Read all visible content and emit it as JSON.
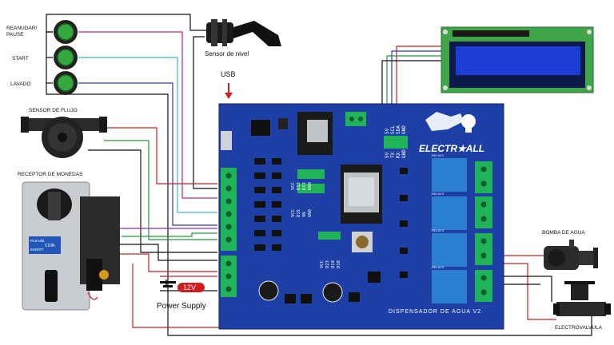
{
  "buttons": {
    "reanudar": "REANUDAR/\nPAUSE",
    "start": "START",
    "lavado": "LAVADO"
  },
  "labels": {
    "sensor_nivel": "Sensor de nivel",
    "usb": "USB",
    "sensor_flujo": "SENSOR DE FLUJO",
    "receptor": "RECEPTOR DE MONEDAS",
    "power_supply": "Power Supply",
    "voltage": "12V",
    "bomba": "BOMBA DE AGUA",
    "electrovalvula": "ELECTROVALVULA"
  },
  "board": {
    "brand": "ELECTR★ALL",
    "title": "DISPENSADOR DE AGUA V2",
    "hdr1": [
      "5V",
      "SCL",
      "SDA",
      "GND"
    ],
    "hdr2": [
      "5V",
      "TX",
      "RX",
      "GND"
    ],
    "hdr3": [
      "VCC",
      "D12",
      "D13",
      "GND"
    ],
    "hdr4": [
      "VCC",
      "D15",
      "VN",
      "GND"
    ],
    "hdr5": [
      "VCC",
      "D23",
      "D19",
      "D18"
    ],
    "relay_labels": [
      "RELAY1",
      "RELAY2",
      "RELAY3",
      "RELAY4"
    ]
  },
  "coin": {
    "line1": "PLEASE",
    "line2": "COIN",
    "line3": "INSERT"
  },
  "colors": {
    "pcb": "#1d3fa6",
    "button_green": "#35a83c",
    "relay_blue": "#2a7fd1",
    "terminal_green": "#21b35a",
    "lcd_blue": "#1c3dd6",
    "wire_red": "#d01c1c"
  }
}
